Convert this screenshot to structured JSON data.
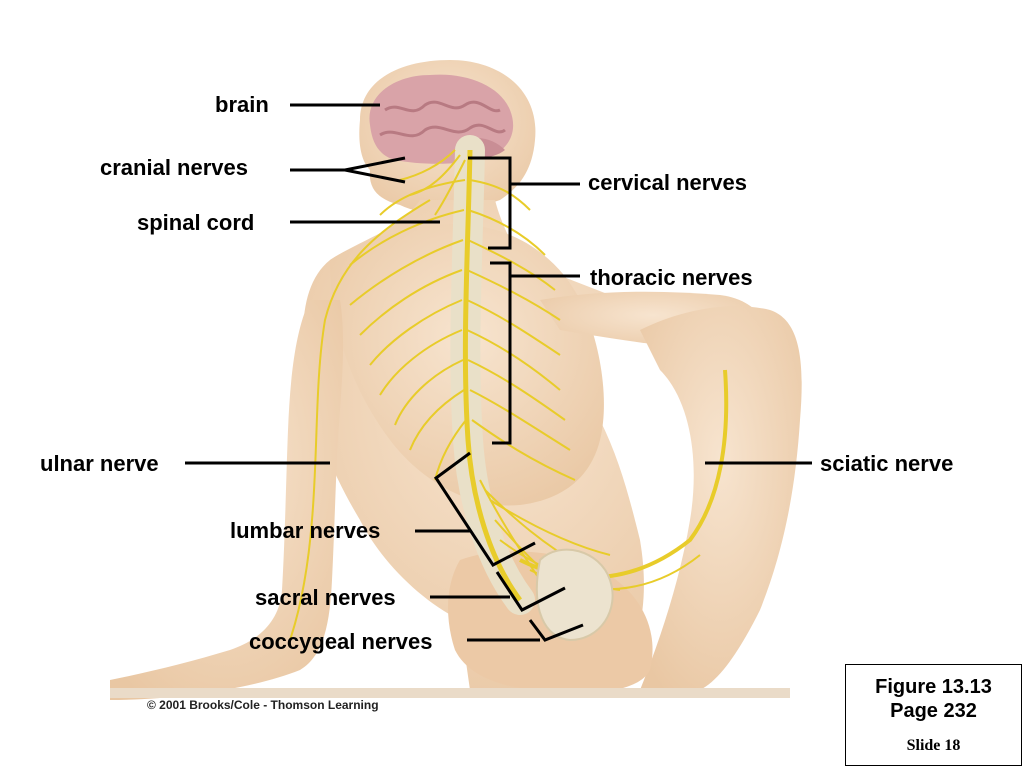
{
  "labels": {
    "brain": "brain",
    "cranial": "cranial nerves",
    "spinal_cord": "spinal cord",
    "cervical": "cervical nerves",
    "thoracic": "thoracic nerves",
    "ulnar": "ulnar nerve",
    "sciatic": "sciatic nerve",
    "lumbar": "lumbar nerves",
    "sacral": "sacral nerves",
    "coccygeal": "coccygeal nerves"
  },
  "credit": "© 2001 Brooks/Cole - Thomson Learning",
  "figure_box": {
    "figure": "Figure 13.13",
    "page": "Page 232",
    "slide": "Slide 18"
  },
  "colors": {
    "skin": "#f3d9bf",
    "skin_shadow": "#e2bd98",
    "brain": "#d9a3a8",
    "nerve": "#e8cc2a",
    "bone": "#ece3cf",
    "leader": "#000000"
  }
}
